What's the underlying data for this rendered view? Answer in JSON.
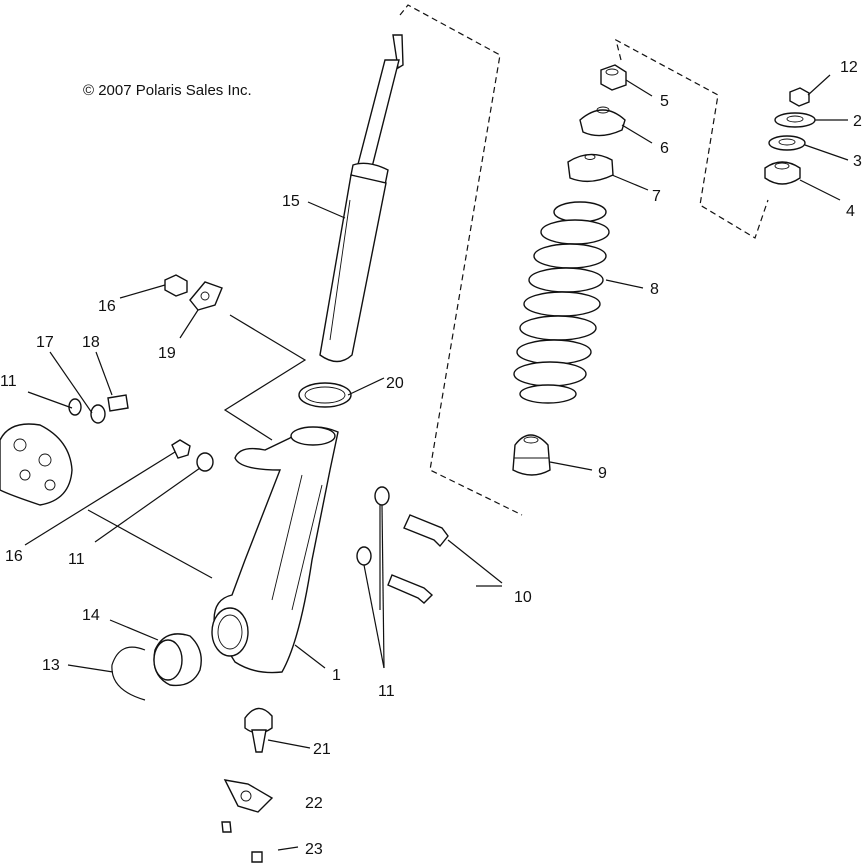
{
  "copyright": "© 2007 Polaris Sales Inc.",
  "callouts": [
    {
      "id": "c12",
      "text": "12"
    },
    {
      "id": "c2",
      "text": "2"
    },
    {
      "id": "c3",
      "text": "3"
    },
    {
      "id": "c4",
      "text": "4"
    },
    {
      "id": "c5",
      "text": "5"
    },
    {
      "id": "c6",
      "text": "6"
    },
    {
      "id": "c7",
      "text": "7"
    },
    {
      "id": "c8",
      "text": "8"
    },
    {
      "id": "c9",
      "text": "9"
    },
    {
      "id": "c10",
      "text": "10"
    },
    {
      "id": "c11a",
      "text": "11"
    },
    {
      "id": "c11b",
      "text": "11"
    },
    {
      "id": "c11c",
      "text": "11"
    },
    {
      "id": "c15",
      "text": "15"
    },
    {
      "id": "c16a",
      "text": "16"
    },
    {
      "id": "c16b",
      "text": "16"
    },
    {
      "id": "c17",
      "text": "17"
    },
    {
      "id": "c18",
      "text": "18"
    },
    {
      "id": "c19",
      "text": "19"
    },
    {
      "id": "c20",
      "text": "20"
    },
    {
      "id": "c1",
      "text": "1"
    },
    {
      "id": "c13",
      "text": "13"
    },
    {
      "id": "c14",
      "text": "14"
    },
    {
      "id": "c21",
      "text": "21"
    },
    {
      "id": "c22",
      "text": "22"
    },
    {
      "id": "c23",
      "text": "23"
    }
  ]
}
